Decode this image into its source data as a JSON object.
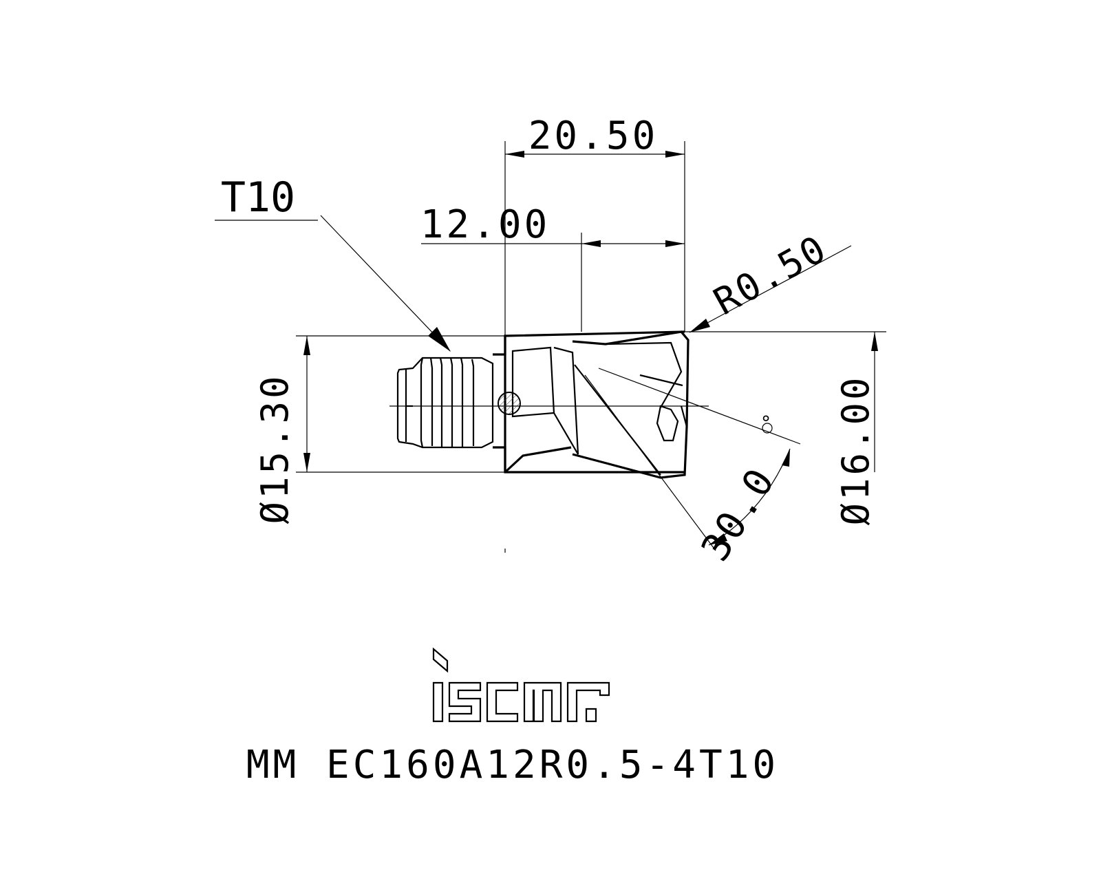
{
  "drawing": {
    "dimensions": {
      "total_length": "20.50",
      "shank_length": "12.00",
      "corner_radius": "R0.50",
      "thread_label": "T10",
      "shank_diameter": "Ø15.30",
      "cutting_diameter": "Ø16.00",
      "helix_angle": "30.0",
      "degree_mark": "°"
    },
    "brand": "iscar",
    "designation": "MM EC160A12R0.5-4T10"
  },
  "colors": {
    "ink": "#000000",
    "paper": "#ffffff",
    "hatch": "#444444"
  }
}
